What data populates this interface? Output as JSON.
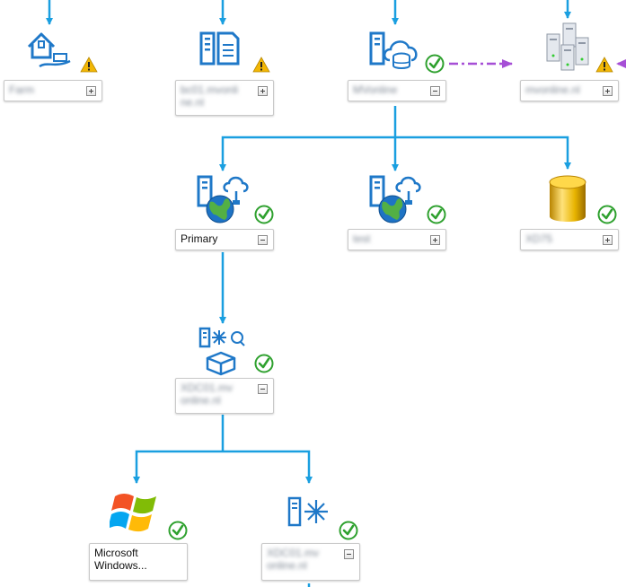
{
  "nodes": {
    "farm": {
      "label": "Farm",
      "status": "warning",
      "toggle": "expand"
    },
    "server_a": {
      "label": "bc01.mvonli\nne.nl",
      "status": "warning",
      "toggle": "expand"
    },
    "mvonline": {
      "label": "MVonline",
      "status": "ok",
      "toggle": "collapse"
    },
    "server_cluster": {
      "label": "mvonline.nl",
      "status": "warning",
      "toggle": "expand"
    },
    "primary": {
      "label": "Primary",
      "status": "ok",
      "toggle": "collapse"
    },
    "test": {
      "label": "test",
      "status": "ok",
      "toggle": "expand"
    },
    "xd75": {
      "label": "XD75",
      "status": "ok",
      "toggle": "expand"
    },
    "xdc01": {
      "label": "XDC01.mv\nonline.nl",
      "status": "ok",
      "toggle": "collapse"
    },
    "windows": {
      "label": "Microsoft\nWindows...",
      "status": "ok"
    },
    "xdc01_b": {
      "label": "XDC01.mv\nonline.nl",
      "status": "ok",
      "toggle": "collapse"
    }
  },
  "colors": {
    "connector": "#1a9fe0",
    "dependency": "#a64fd6",
    "ok": "#2fa12f",
    "warning": "#f2b705",
    "icon_blue": "#1f78c8",
    "database_gold": "#e8b400"
  },
  "icons": {
    "farm": "farm-house-hand-icon",
    "server_a": "server-document-icon",
    "mvonline": "server-cloud-database-icon",
    "server_cluster": "server-cluster-icon",
    "primary": "server-cloud-globe-icon",
    "test": "server-cloud-globe-icon",
    "xd75": "database-cylinder-icon",
    "xdc01": "delivery-controller-package-icon",
    "windows": "windows-logo-icon",
    "xdc01_b": "server-snowflake-icon"
  }
}
